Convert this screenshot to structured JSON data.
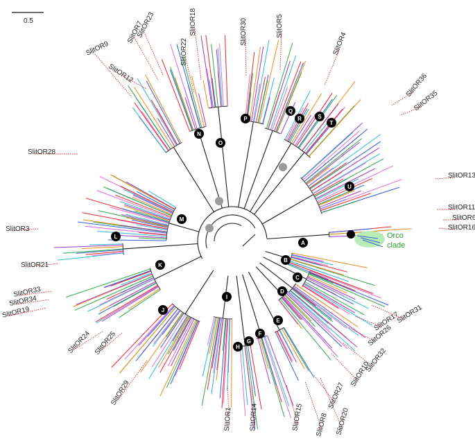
{
  "scale_bar": {
    "label": "0.5"
  },
  "orco": {
    "line1": "Orco",
    "line2": "clade"
  },
  "colors": {
    "branch": "#1a1a1a",
    "leader": "#d42020",
    "node_fill": "#000000",
    "node_gray": "#9a9a9a",
    "orco_highlight": "#b9ecb2",
    "orco_text": "#2e9b2e",
    "leaf_palette": [
      "#e8262b",
      "#2f5fd6",
      "#2fa84a",
      "#f08a1c",
      "#9b39c7",
      "#2bb8d6",
      "#e06bd8"
    ]
  },
  "node_labels": [
    "A",
    "B",
    "C",
    "D",
    "E",
    "F",
    "G",
    "H",
    "I",
    "J",
    "K",
    "L",
    "M",
    "N",
    "O",
    "P",
    "Q",
    "R",
    "S",
    "T",
    "U"
  ],
  "gene_labels": [
    "SlitOR18",
    "SlitOR23",
    "SlitOR7",
    "SlitOR22",
    "SlitOR30",
    "SlitOR5",
    "SlitOR4",
    "SlitOR12",
    "SlitOR9",
    "SlitOR36",
    "SlitOR35",
    "SlitOR28",
    "SlitOR13",
    "SlitOR11",
    "SlitOR6",
    "SlitOR16",
    "SlitOR3",
    "SlitOR21",
    "SlitOR33",
    "SlitOR34",
    "SlitOR19",
    "SlitOR24",
    "SlitOR25",
    "SlitOR29",
    "SlitOR1",
    "SlitOR14",
    "SlitOR15",
    "SlitOR8",
    "SlitOR20",
    "SlitOR27",
    "SlitOR10",
    "SlitOR32",
    "SlitOR26",
    "SlitOR17",
    "SlitOR31"
  ]
}
